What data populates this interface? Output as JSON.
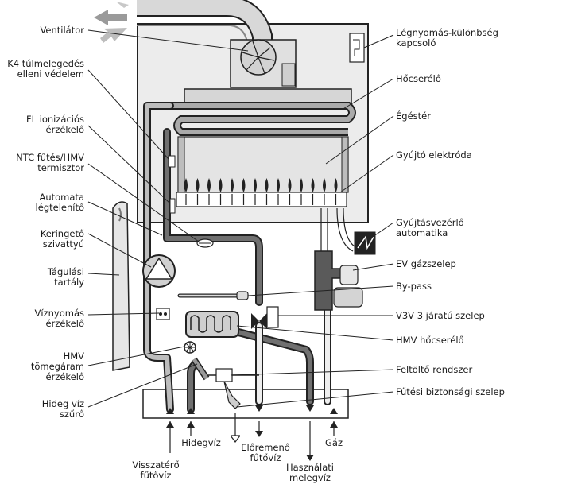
{
  "labels_left": [
    {
      "key": "ventilator",
      "lines": [
        "Ventilátor"
      ]
    },
    {
      "key": "k4",
      "lines": [
        "K4 túlmelegedés",
        "elleni védelem"
      ]
    },
    {
      "key": "fl",
      "lines": [
        "FL ionizációs",
        "érzékelő"
      ]
    },
    {
      "key": "ntc",
      "lines": [
        "NTC fűtés/HMV",
        "termisztor"
      ]
    },
    {
      "key": "legtelenito",
      "lines": [
        "Automata",
        "légtelenítő"
      ]
    },
    {
      "key": "szivattyu",
      "lines": [
        "Keringető",
        "szivattyú"
      ]
    },
    {
      "key": "tagulasi",
      "lines": [
        "Tágulási",
        "tartály"
      ]
    },
    {
      "key": "viznyomas",
      "lines": [
        "Víznyomás",
        "érzékelő"
      ]
    },
    {
      "key": "hmv_tomegaram",
      "lines": [
        "HMV",
        "tömegáram",
        "érzékelő"
      ]
    },
    {
      "key": "szuro",
      "lines": [
        "Hideg víz",
        "szűrő"
      ]
    }
  ],
  "labels_right": [
    {
      "key": "legnyomas",
      "lines": [
        "Légnyomás-különbség",
        "kapcsoló"
      ]
    },
    {
      "key": "hocserelo",
      "lines": [
        "Hőcserélő"
      ]
    },
    {
      "key": "egester",
      "lines": [
        "Égéstér"
      ]
    },
    {
      "key": "gyujto",
      "lines": [
        "Gyújtó elektróda"
      ]
    },
    {
      "key": "gyujtasvezerlo",
      "lines": [
        "Gyújtásvezérlő",
        "automatika"
      ]
    },
    {
      "key": "ev",
      "lines": [
        "EV gázszelep"
      ]
    },
    {
      "key": "bypass",
      "lines": [
        "By-pass"
      ]
    },
    {
      "key": "v3v",
      "lines": [
        "V3V 3 járatú szelep"
      ]
    },
    {
      "key": "hmv_hocserelo",
      "lines": [
        "HMV hőcserélő"
      ]
    },
    {
      "key": "feltolto",
      "lines": [
        "Feltöltő rendszer"
      ]
    },
    {
      "key": "biztonsagi",
      "lines": [
        "Fűtési biztonsági szelep"
      ]
    }
  ],
  "labels_bottom": [
    {
      "key": "hidegviz",
      "lines": [
        "Hidegvíz"
      ]
    },
    {
      "key": "visszatero",
      "lines": [
        "Visszatérő",
        "fűtővíz"
      ]
    },
    {
      "key": "eloremeno",
      "lines": [
        "Előremenő",
        "fűtővíz"
      ]
    },
    {
      "key": "hasznalati",
      "lines": [
        "Használati",
        "melegvíz"
      ]
    },
    {
      "key": "gaz",
      "lines": [
        "Gáz"
      ]
    }
  ]
}
